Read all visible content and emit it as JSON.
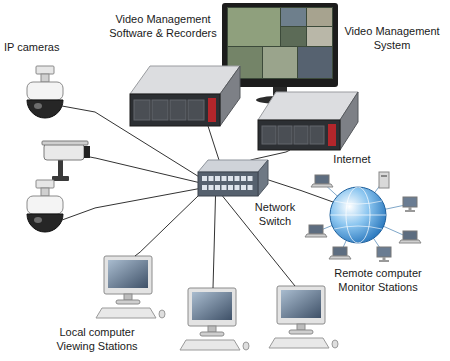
{
  "diagram": {
    "nodes": [
      {
        "text": [
          "Video Management Software & Recorders"
        ]
      },
      {
        "text": [
          "Video Management System"
        ]
      },
      {
        "text": [
          "IP cameras"
        ]
      },
      {
        "text": [
          "Internet",
          "Remote computer Monitor Stations"
        ]
      },
      {
        "text": [
          "Network Switch"
        ]
      },
      {
        "text": [
          "Local computer Viewing Stations"
        ]
      }
    ],
    "edges": [
      {
        "from": 4,
        "to": 2,
        "arrow": "none"
      },
      {
        "from": 4,
        "to": 2,
        "arrow": "none"
      },
      {
        "from": 4,
        "to": 2,
        "arrow": "none"
      },
      {
        "from": 4,
        "to": 0,
        "arrow": "none"
      },
      {
        "from": 4,
        "to": 0,
        "arrow": "none"
      },
      {
        "from": 4,
        "to": 3,
        "arrow": "none"
      },
      {
        "from": 4,
        "to": 5,
        "arrow": "none"
      },
      {
        "from": 4,
        "to": 5,
        "arrow": "none"
      },
      {
        "from": 4,
        "to": 5,
        "arrow": "none"
      }
    ]
  }
}
